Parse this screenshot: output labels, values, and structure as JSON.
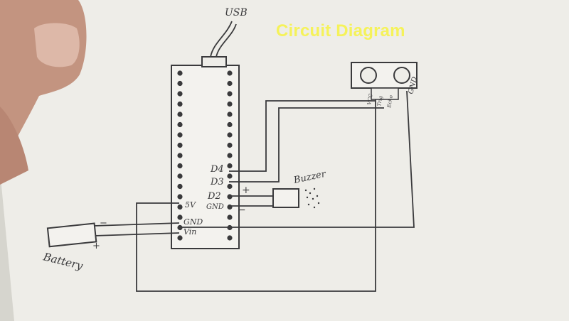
{
  "title": "Circuit Diagram",
  "labels": {
    "usb": "USB",
    "d4": "D4",
    "d3": "D3",
    "d2": "D2",
    "gnd_pin": "GND",
    "five_v": "5V",
    "gnd_pin2": "GND",
    "vin": "Vin",
    "buzzer": "Buzzer",
    "battery": "Battery",
    "sensor_vcc": "VCC",
    "sensor_trig": "Trig",
    "sensor_echo": "Echo",
    "sensor_gnd": "GND",
    "plus": "+",
    "minus": "−"
  },
  "colors": {
    "paper": "#eeede8",
    "ink": "#3a3a3c",
    "title": "#f5f25a",
    "skin": "#c89a85"
  }
}
